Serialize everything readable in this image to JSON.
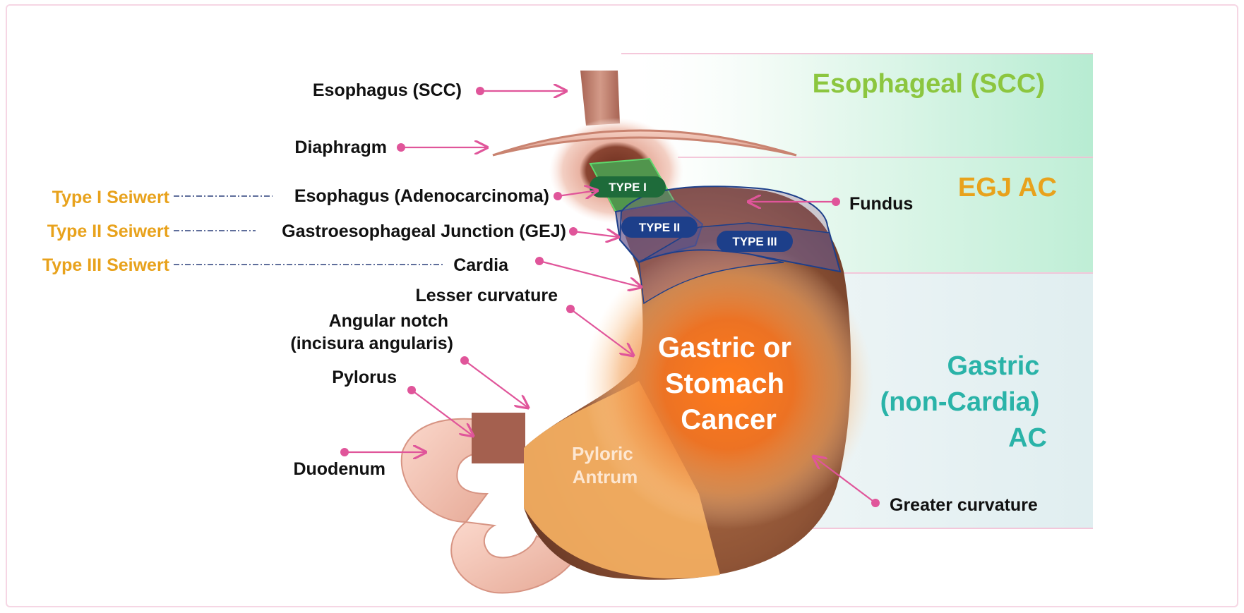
{
  "regions": {
    "esophageal": {
      "label": "Esophageal (SCC)",
      "color": "#8cc63f"
    },
    "egj": {
      "label": "EGJ AC",
      "color": "#e8a21c"
    },
    "gastric": {
      "label_lines": [
        "Gastric",
        "(non-Cardia)",
        "AC"
      ],
      "color": "#2ab3a8"
    }
  },
  "seiwert": [
    {
      "label": "Type I Seiwert"
    },
    {
      "label": "Type II Seiwert"
    },
    {
      "label": "Type III Seiwert"
    }
  ],
  "anatomy": {
    "esophagus_scc": "Esophagus (SCC)",
    "diaphragm": "Diaphragm",
    "esophagus_adeno": "Esophagus (Adenocarcinoma)",
    "gej": "Gastroesophageal Junction (GEJ)",
    "cardia": "Cardia",
    "lesser_curvature": "Lesser curvature",
    "angular_notch_lines": [
      "Angular notch",
      "(incisura angularis)"
    ],
    "pylorus": "Pylorus",
    "duodenum": "Duodenum",
    "fundus": "Fundus",
    "greater_curvature": "Greater curvature"
  },
  "types": [
    {
      "label": "TYPE I",
      "color": "#1e6b3a"
    },
    {
      "label": "TYPE II",
      "color": "#1d3f8a"
    },
    {
      "label": "TYPE III",
      "color": "#1d3f8a"
    }
  ],
  "cancer_lines": [
    "Gastric or",
    "Stomach",
    "Cancer"
  ],
  "antrum_lines": [
    "Pyloric",
    "Antrum"
  ],
  "colors": {
    "arrow": "#e0559a",
    "seiwert_label": "#e8a21c",
    "dashed_line": "#2a3f7a"
  }
}
